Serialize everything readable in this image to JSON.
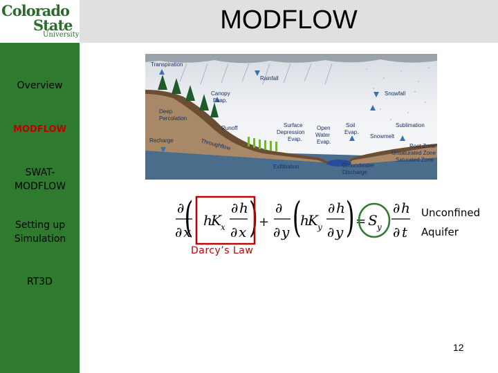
{
  "header": {
    "logo": {
      "line1": "Colorado",
      "line2": "State",
      "line3": "University"
    },
    "title": "MODFLOW"
  },
  "sidebar": {
    "items": [
      {
        "label": "Overview",
        "active": false
      },
      {
        "label": "MODFLOW",
        "active": true
      },
      {
        "label": "SWAT-MODFLOW",
        "active": false
      },
      {
        "label": "Setting up Simulation",
        "active": false
      },
      {
        "label": "RT3D",
        "active": false
      }
    ]
  },
  "figure": {
    "labels": {
      "transpiration": "Transpiration",
      "rainfall": "Rainfall",
      "canopy_evap_1": "Canopy",
      "canopy_evap_2": "Evap.",
      "snowfall": "Snowfall",
      "deep_percolation_1": "Deep",
      "deep_percolation_2": "Percolation",
      "runoff": "Runoff",
      "surface_depression_1": "Surface",
      "surface_depression_2": "Depression",
      "surface_depression_3": "Evap.",
      "open_water_1": "Open",
      "open_water_2": "Water",
      "open_water_3": "Evap.",
      "soil_evap_1": "Soil",
      "soil_evap_2": "Evap.",
      "sublimation": "Sublimation",
      "snowmelt": "Snowmelt",
      "recharge": "Recharge",
      "throughflow": "Throughflow",
      "root_zone": "Root Zone",
      "unsaturated_zone": "Unsaturated Zone",
      "saturated_zone": "Saturated Zone",
      "exfiltration": "Exfiltration",
      "groundwater_discharge_1": "Groundwater",
      "groundwater_discharge_2": "Discharge"
    },
    "colors": {
      "sky": "#e8edf2",
      "terrain": "#8a6a4a",
      "soil": "#a88866",
      "saturated": "#4a6d8c",
      "water": "#2a4a9a",
      "tree": "#1e5a2a",
      "crop": "#7ab040"
    }
  },
  "equation": {
    "partial": "∂",
    "h": "h",
    "x": "x",
    "y": "y",
    "t": "t",
    "K": "K",
    "plus": "+",
    "equals": "=",
    "S": "S",
    "annotation": "Darcy’s Law",
    "colors": {
      "darcy_box": "#c00000",
      "storage_circle": "#2e7a2e"
    }
  },
  "notes": {
    "line1": "Unconfined",
    "line2": "Aquifer"
  },
  "page_number": "12",
  "colors": {
    "sidebar": "#2e7a2e",
    "topbar": "#e0e0e0",
    "active": "#c00000"
  }
}
